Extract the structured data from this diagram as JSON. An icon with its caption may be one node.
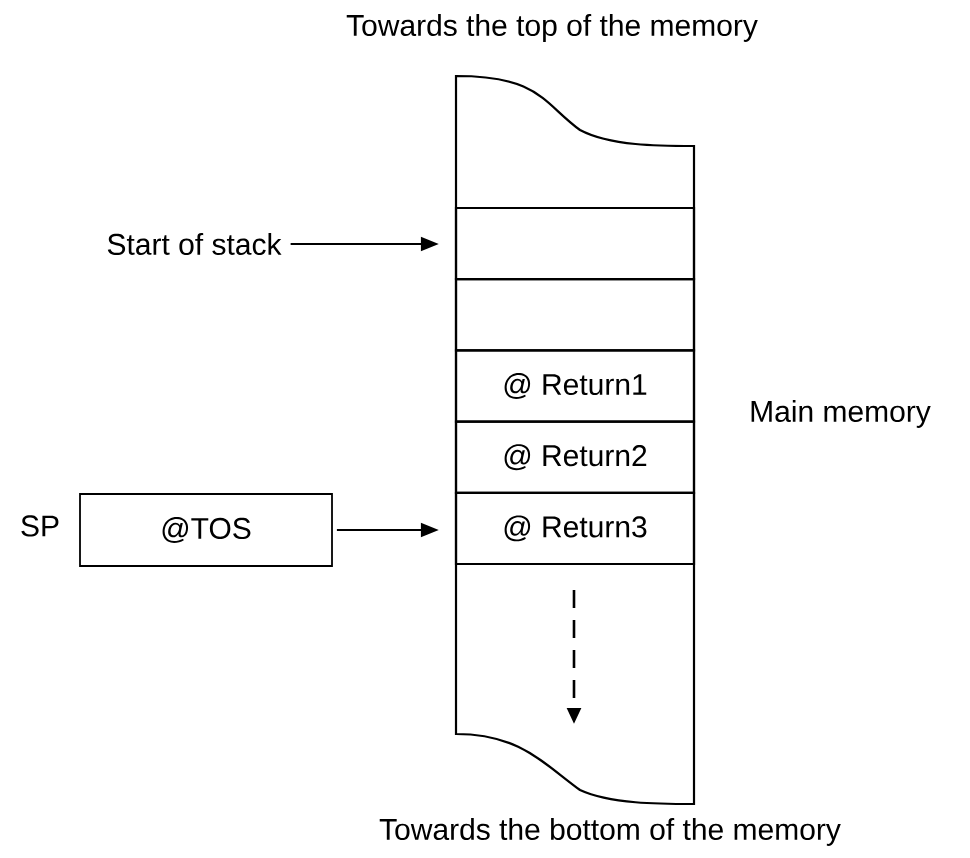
{
  "diagram": {
    "nodes": [
      {
        "text": [],
        "shape": "box",
        "beside": [
          "Main memory"
        ]
      },
      {
        "text": [
          "Start of stack"
        ]
      },
      {
        "text": [],
        "shape": "box",
        "in": 0
      },
      {
        "text": [],
        "shape": "box",
        "in": 0
      },
      {
        "text": [
          "@ Return1"
        ],
        "in": 0
      },
      {
        "text": [
          "@ Return2"
        ],
        "in": 0
      },
      {
        "text": [
          "@ Return3"
        ],
        "in": 0
      },
      {
        "text": [
          "@TOS"
        ],
        "beside": [
          "SP"
        ]
      }
    ],
    "edges": [
      {
        "from": 1,
        "to": 2,
        "arrow": "to"
      },
      {
        "from": 7,
        "to": 6,
        "arrow": "to"
      }
    ],
    "labels": [
      "Towards the top of the memory",
      "Towards the bottom of the memory"
    ]
  }
}
